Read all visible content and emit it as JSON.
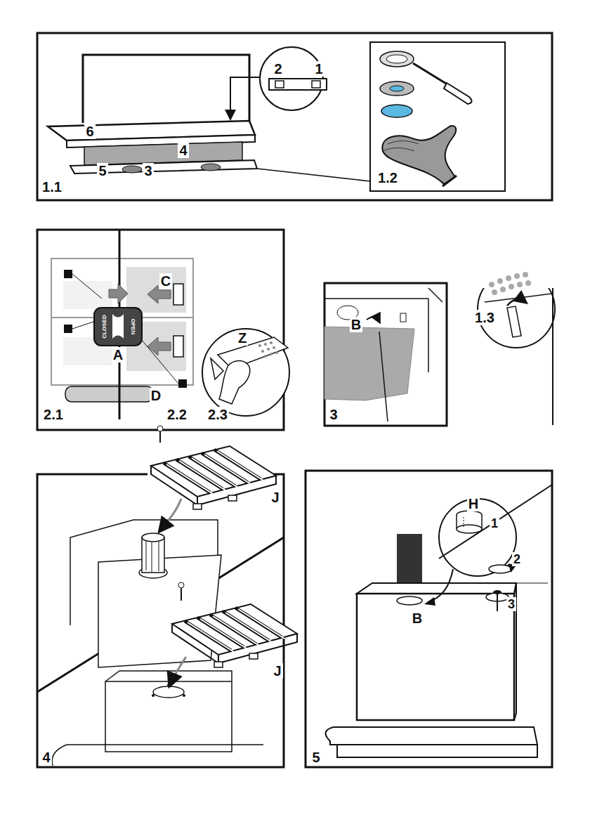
{
  "diagram": {
    "labels": [
      "2",
      "1",
      "6",
      "4",
      "5",
      "3",
      "1.1",
      "1.2",
      "C",
      "A",
      "CLOSED",
      "OPEN",
      "D",
      "2.1",
      "2.2",
      "Z",
      "2.3",
      "B",
      "3",
      "1.3",
      "J",
      "J",
      "4",
      "H",
      "1",
      "2",
      "3",
      "B",
      "5"
    ]
  }
}
